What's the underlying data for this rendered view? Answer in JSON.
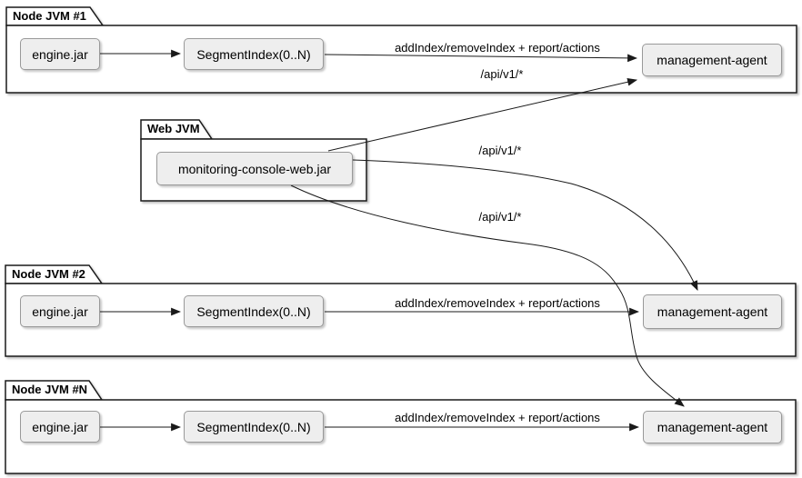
{
  "diagram_type": "component-deployment-diagram",
  "packages": {
    "node1": {
      "label": "Node JVM #1",
      "components": {
        "engine": "engine.jar",
        "segment": "SegmentIndex(0..N)",
        "agent": "management-agent"
      }
    },
    "web": {
      "label": "Web JVM",
      "components": {
        "console": "monitoring-console-web.jar"
      }
    },
    "node2": {
      "label": "Node JVM #2",
      "components": {
        "engine": "engine.jar",
        "segment": "SegmentIndex(0..N)",
        "agent": "management-agent"
      }
    },
    "noden": {
      "label": "Node JVM #N",
      "components": {
        "engine": "engine.jar",
        "segment": "SegmentIndex(0..N)",
        "agent": "management-agent"
      }
    }
  },
  "edges": {
    "node1_flow": "addIndex/removeIndex + report/actions",
    "node2_flow": "addIndex/removeIndex + report/actions",
    "noden_flow": "addIndex/removeIndex + report/actions",
    "web_agent1": "/api/v1/*",
    "web_agent2": "/api/v1/*",
    "web_agentn": "/api/v1/*"
  },
  "colors": {
    "background": "#ffffff",
    "component_fill": "#eeeeee",
    "component_border": "#999999",
    "package_fill": "#ffffff",
    "package_border": "#1a1a1a",
    "arrow": "#1a1a1a",
    "text": "#000000"
  }
}
